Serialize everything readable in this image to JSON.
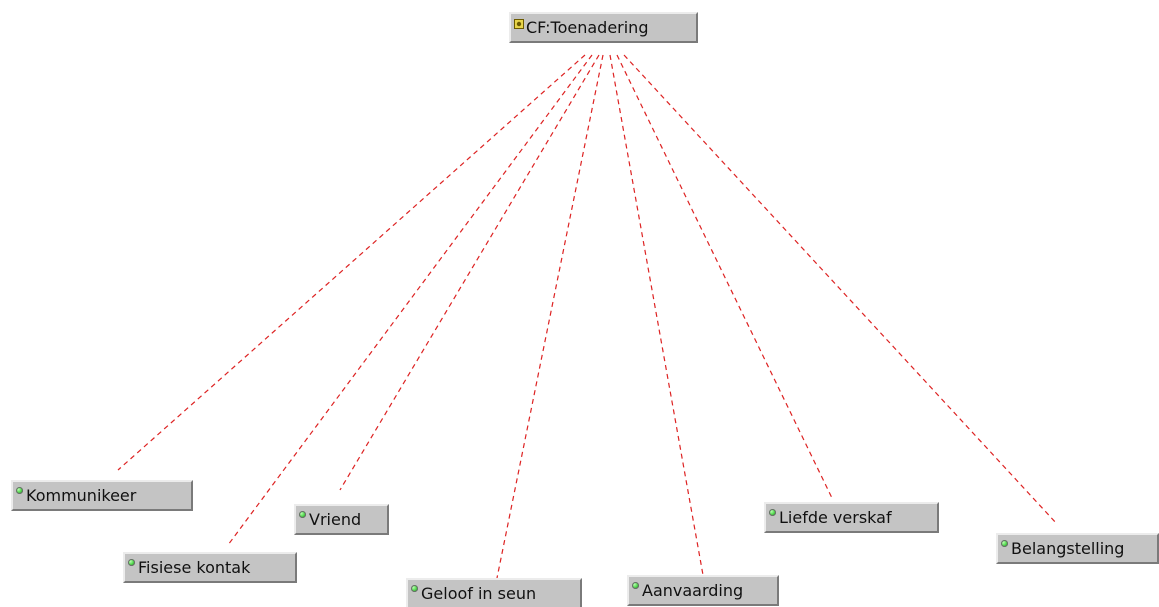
{
  "colors": {
    "edge": "#dd2222",
    "node_face": "#c4c4c4",
    "leaf_icon": "#3ecf3a",
    "root_icon": "#c8b21a"
  },
  "root": {
    "label": "CF:Toenadering",
    "icon": "concept-icon"
  },
  "children": [
    {
      "id": "kommunikeer",
      "label": "Kommunikeer",
      "icon": "green-bullet-icon"
    },
    {
      "id": "fisiese-kontak",
      "label": "Fisiese kontak",
      "icon": "green-bullet-icon"
    },
    {
      "id": "vriend",
      "label": "Vriend",
      "icon": "green-bullet-icon"
    },
    {
      "id": "geloof-in-seun",
      "label": "Geloof in seun",
      "icon": "green-bullet-icon"
    },
    {
      "id": "aanvaarding",
      "label": "Aanvaarding",
      "icon": "green-bullet-icon"
    },
    {
      "id": "liefde-verskaf",
      "label": "Liefde verskaf",
      "icon": "green-bullet-icon"
    },
    {
      "id": "belangstelling",
      "label": "Belangstelling",
      "icon": "green-bullet-icon"
    }
  ]
}
